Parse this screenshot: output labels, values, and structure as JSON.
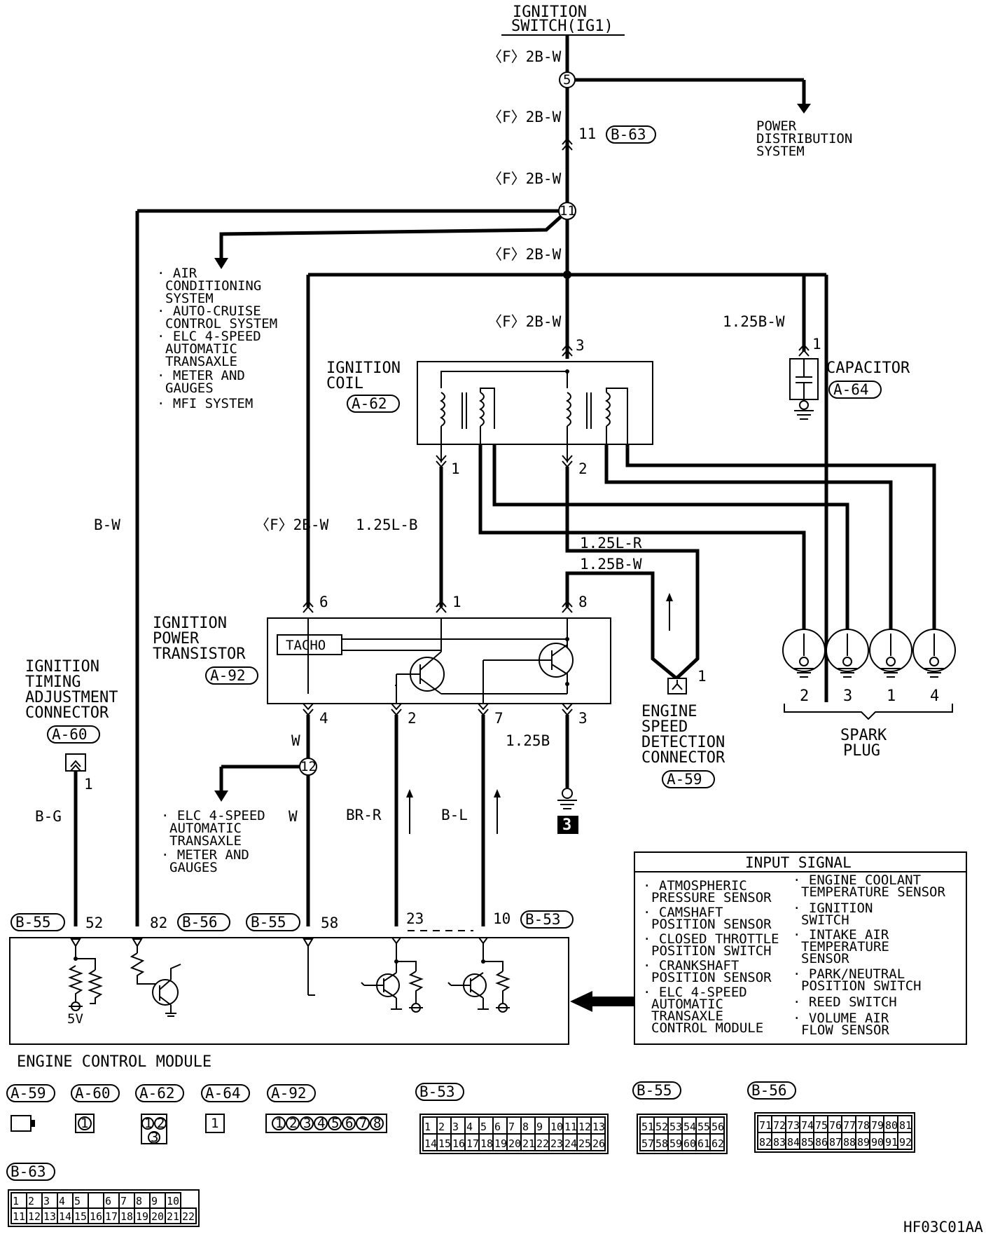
{
  "top": {
    "source_line1": "IGNITION",
    "source_line2": "SWITCH(IG1)"
  },
  "wires": {
    "w_top1": "〈F〉2B-W",
    "w_top2": "〈F〉2B-W",
    "w_top3": "〈F〉2B-W",
    "w_top4": "〈F〉2B-W",
    "w_coil": "〈F〉2B-W",
    "w_cap": "1.25B-W",
    "w_left": "〈F〉2B-W",
    "w_bw": "B-W",
    "w_lb": "1.25L-B",
    "w_lr": "1.25L-R",
    "w_bw2": "1.25B-W",
    "w_w1": "W",
    "w_w2": "W",
    "w_bg": "B-G",
    "w_brr": "BR-R",
    "w_bl": "B-L",
    "w_125b": "1.25B"
  },
  "pins": {
    "p11": "11",
    "p3": "3",
    "p1cap": "1",
    "pc1": "1",
    "pc2": "2",
    "pt6": "6",
    "pt1": "1",
    "pt8": "8",
    "pt4": "4",
    "pt2": "2",
    "pt7": "7",
    "pt3": "3",
    "pe1": "1",
    "pa1": "1",
    "pb52": "52",
    "pb82": "82",
    "pb58": "58",
    "pb23": "23",
    "pb10": "10"
  },
  "junctions": {
    "j5": "5",
    "j11": "11",
    "j12": "12"
  },
  "connectors": {
    "b63": "B-63",
    "a64": "A-64",
    "a62": "A-62",
    "a92": "A-92",
    "a60": "A-60",
    "a59": "A-59",
    "b55a": "B-55",
    "b56": "B-56",
    "b55b": "B-55",
    "b53": "B-53"
  },
  "labels": {
    "power_dist": [
      "POWER",
      "DISTRIBUTION",
      "SYSTEM"
    ],
    "capacitor": "CAPACITOR",
    "coil": [
      "IGNITION",
      "COIL"
    ],
    "systems": [
      "· AIR",
      "CONDITIONING",
      "SYSTEM",
      "· AUTO-CRUISE",
      "CONTROL SYSTEM",
      "· ELC 4-SPEED",
      "AUTOMATIC",
      "TRANSAXLE",
      "· METER AND",
      "GAUGES",
      "· MFI SYSTEM"
    ],
    "transistor": [
      "IGNITION",
      "POWER",
      "TRANSISTOR"
    ],
    "tacho": "TACHO",
    "timing": [
      "IGNITION",
      "TIMING",
      "ADJUSTMENT",
      "CONNECTOR"
    ],
    "engine_speed": [
      "ENGINE",
      "SPEED",
      "DETECTION",
      "CONNECTOR"
    ],
    "spark_nums": [
      "2",
      "3",
      "1",
      "4"
    ],
    "spark": [
      "SPARK",
      "PLUG"
    ],
    "elc_list": [
      "· ELC 4-SPEED",
      "AUTOMATIC",
      "TRANSAXLE",
      "· METER AND",
      "GAUGES"
    ],
    "ground": "3",
    "five_v": "5V",
    "ecm": "ENGINE CONTROL MODULE",
    "input_title": "INPUT SIGNAL",
    "input_left": [
      "· ATMOSPHERIC",
      "PRESSURE SENSOR",
      "· CAMSHAFT",
      "POSITION SENSOR",
      "· CLOSED THROTTLE",
      "POSITION SWITCH",
      "· CRANKSHAFT",
      "POSITION SENSOR",
      "· ELC 4-SPEED",
      "AUTOMATIC",
      "TRANSAXLE",
      "CONTROL MODULE"
    ],
    "input_right": [
      "· ENGINE COOLANT",
      "TEMPERATURE SENSOR",
      "· IGNITION",
      "SWITCH",
      "· INTAKE AIR",
      "TEMPERATURE",
      "SENSOR",
      "· PARK/NEUTRAL",
      "POSITION SWITCH",
      "· REED SWITCH",
      "· VOLUME AIR",
      "FLOW SENSOR"
    ],
    "code": "HF03C01AA"
  },
  "legend": {
    "tags": [
      "A-59",
      "A-60",
      "A-62",
      "A-64",
      "A-92",
      "B-53",
      "B-55",
      "B-56",
      "B-63"
    ],
    "a60_pins": [
      "1"
    ],
    "a62_pins": [
      "1",
      "2",
      "3"
    ],
    "a64_pins": [
      "1"
    ],
    "a92_pins": [
      "1",
      "2",
      "3",
      "4",
      "5",
      "6",
      "7",
      "8"
    ],
    "b53_row1": [
      "1",
      "2",
      "3",
      "4",
      "5",
      "6",
      "7",
      "8",
      "9",
      "10",
      "11",
      "12",
      "13"
    ],
    "b53_row2": [
      "14",
      "15",
      "16",
      "17",
      "18",
      "19",
      "20",
      "21",
      "22",
      "23",
      "24",
      "25",
      "26"
    ],
    "b55_row1": [
      "51",
      "52",
      "53",
      "54",
      "55",
      "56"
    ],
    "b55_row2": [
      "57",
      "58",
      "59",
      "60",
      "61",
      "62"
    ],
    "b56_row1": [
      "71",
      "72",
      "73",
      "74",
      "75",
      "76",
      "77",
      "78",
      "79",
      "80",
      "81"
    ],
    "b56_row2": [
      "82",
      "83",
      "84",
      "85",
      "86",
      "87",
      "88",
      "89",
      "90",
      "91",
      "92"
    ],
    "b63_row1": [
      "1",
      "2",
      "3",
      "4",
      "5",
      "",
      "6",
      "7",
      "8",
      "9",
      "10"
    ],
    "b63_row2": [
      "11",
      "12",
      "13",
      "14",
      "15",
      "16",
      "17",
      "18",
      "19",
      "20",
      "21",
      "22"
    ]
  }
}
